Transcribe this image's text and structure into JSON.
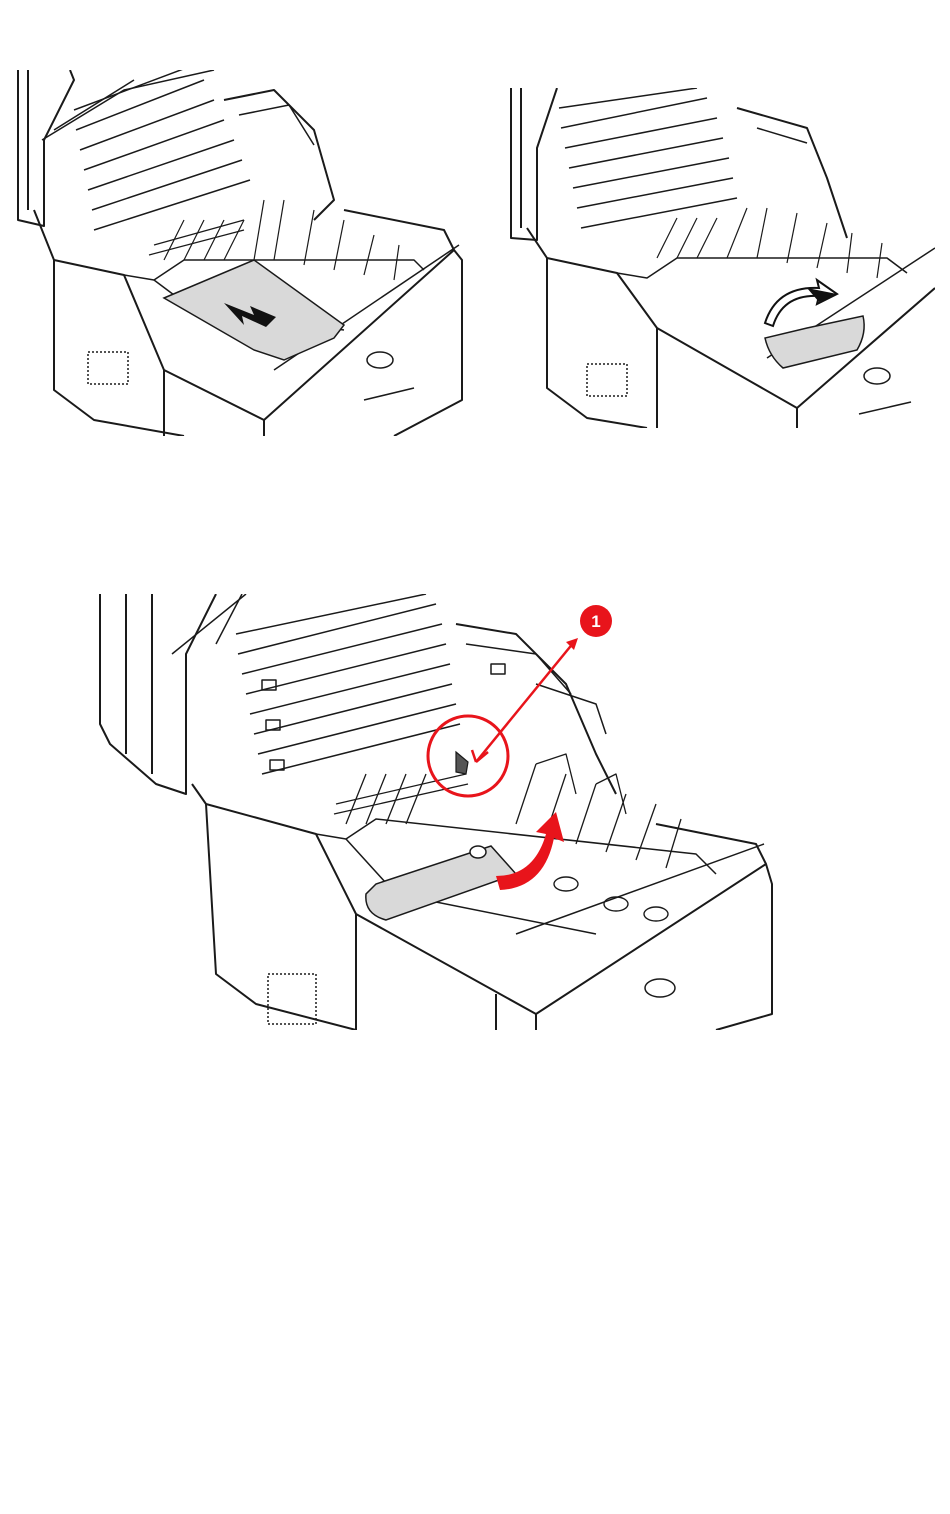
{
  "figures": [
    {
      "id": "step-1",
      "action": "pull-paper-out"
    },
    {
      "id": "step-2",
      "action": "lift-paper-curl"
    },
    {
      "id": "step-3",
      "action": "roll-paper-under-lever"
    }
  ],
  "callout": {
    "number": "1"
  },
  "colors": {
    "line": "#1a1a1a",
    "paper": "#d9d9d9",
    "accent_red": "#e8141b",
    "arrow_dark": "#111111",
    "background": "#ffffff"
  },
  "icons": [
    "printer-illustration",
    "right-arrow-icon",
    "curved-arrow-icon",
    "red-curved-arrow-icon",
    "callout-circle-icon"
  ]
}
